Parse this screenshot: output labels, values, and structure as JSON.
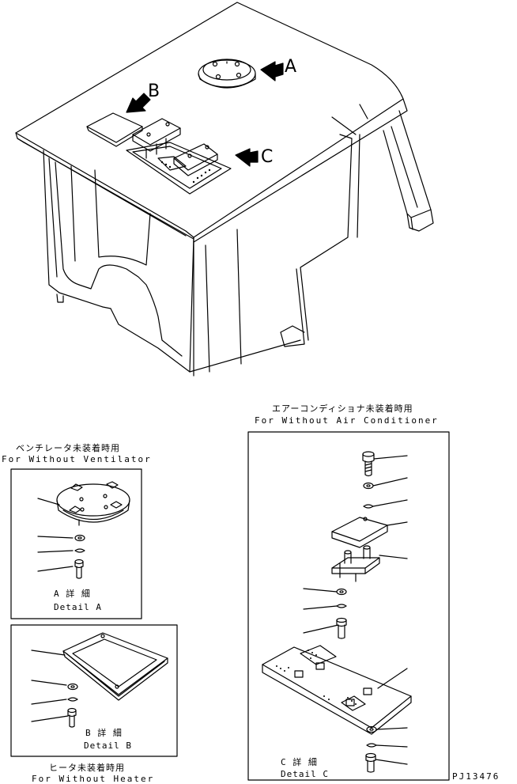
{
  "callouts": {
    "a": "A",
    "b": "B",
    "c": "C"
  },
  "panels": {
    "ventilator": {
      "jp": "ベンチレータ未装着時用",
      "en": "For Without Ventilator",
      "detail_jp": "A 詳 細",
      "detail_en": "Detail A"
    },
    "heater": {
      "jp": "ヒータ未装着時用",
      "en": "For Without Heater",
      "detail_jp": "B 詳 細",
      "detail_en": "Detail B"
    },
    "aircon": {
      "jp": "エアーコンディショナ未装着時用",
      "en": "For Without Air Conditioner",
      "detail_jp": "C 詳 細",
      "detail_en": "Detail C"
    }
  },
  "part_number": "PJ13476",
  "colors": {
    "line": "#000000",
    "background": "#ffffff"
  }
}
